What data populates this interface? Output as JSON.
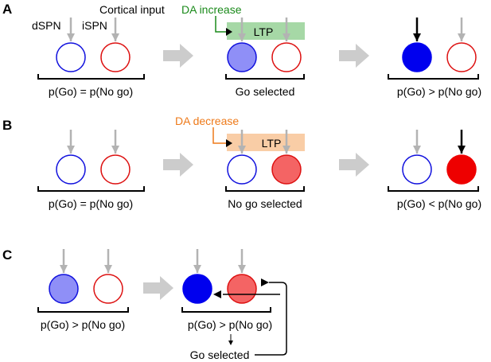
{
  "colors": {
    "dspn": "#1010dd",
    "ispn": "#dd1111",
    "dspn_mid": "#8f8ff7",
    "ispn_mid": "#f46464",
    "dspn_full": "#0000ee",
    "ispn_full": "#ee0000",
    "input_gray": "#b3b3b3",
    "arrow_gray": "#cccccc",
    "da_increase": "#1a8a1a",
    "da_decrease": "#ee7a1a",
    "ltp_green": "#a6d8a6",
    "ltp_orange": "#f9cda6"
  },
  "panels": [
    {
      "label": "A",
      "header": "Cortical input",
      "dspn_label": "dSPN",
      "ispn_label": "iSPN",
      "da_label": "DA increase",
      "ltp_label": "LTP",
      "captions": [
        "p(Go) = p(No go)",
        "Go selected",
        "p(Go) > p(No go)"
      ]
    },
    {
      "label": "B",
      "da_label": "DA decrease",
      "ltp_label": "LTP",
      "captions": [
        "p(Go) = p(No go)",
        "No go selected",
        "p(Go) < p(No go)"
      ]
    },
    {
      "label": "C",
      "captions": [
        "p(Go) > p(No go)",
        "p(Go) > p(No go)"
      ],
      "result": "Go selected"
    }
  ]
}
